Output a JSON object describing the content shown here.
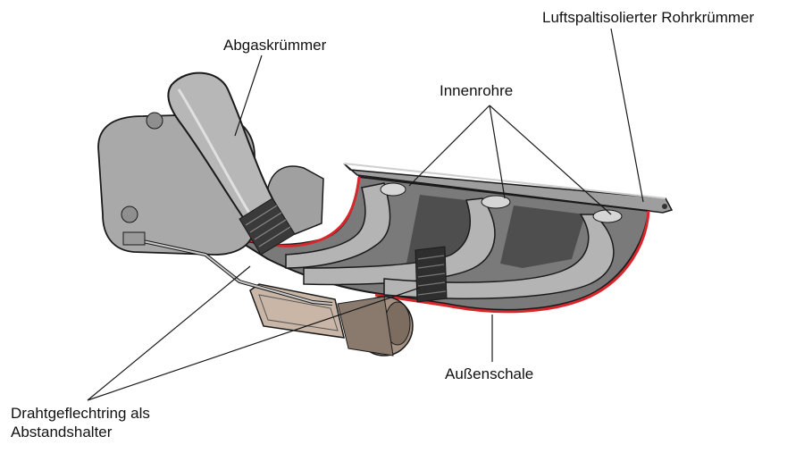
{
  "labels": {
    "abgaskruemmer": "Abgaskrümmer",
    "luftspalt": "Luftspaltisolierter Rohrkrümmer",
    "innenrohre": "Innenrohre",
    "aussenschale": "Außenschale",
    "drahtgeflecht": "Drahtgeflechtring als Abstandshalter"
  },
  "colors": {
    "outer_shell_red": "#d8262b",
    "metal_gray": "#a7a7a7",
    "dark_cavity": "#555555",
    "outline": "#1a1a1a"
  }
}
